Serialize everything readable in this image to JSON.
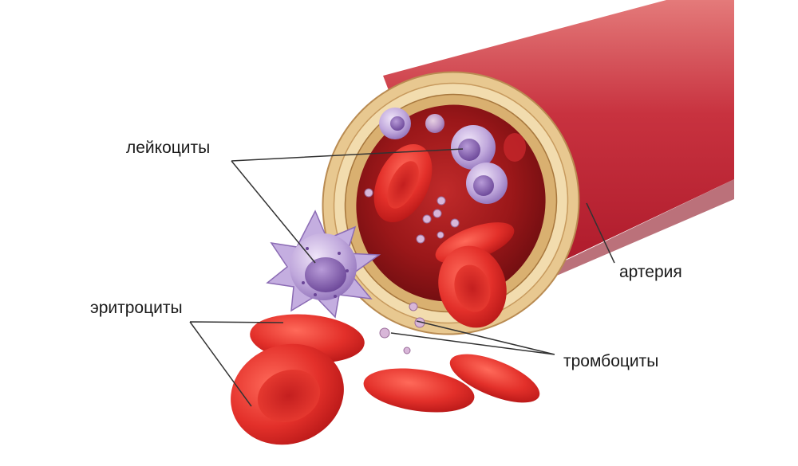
{
  "labels": {
    "leukocytes": "лейкоциты",
    "erythrocytes": "эритроциты",
    "artery": "артерия",
    "thrombocytes": "тромбоциты"
  },
  "colors": {
    "artery_outer": "#c4293a",
    "artery_wall": "#e9c98f",
    "lumen": "#8a1419",
    "erythrocyte": "#e0312b",
    "leukocyte": "#b9a3d8",
    "leukocyte_nucleus": "#7d5aa6",
    "thrombocyte": "#c9a3c9",
    "leader_line": "#333333"
  }
}
